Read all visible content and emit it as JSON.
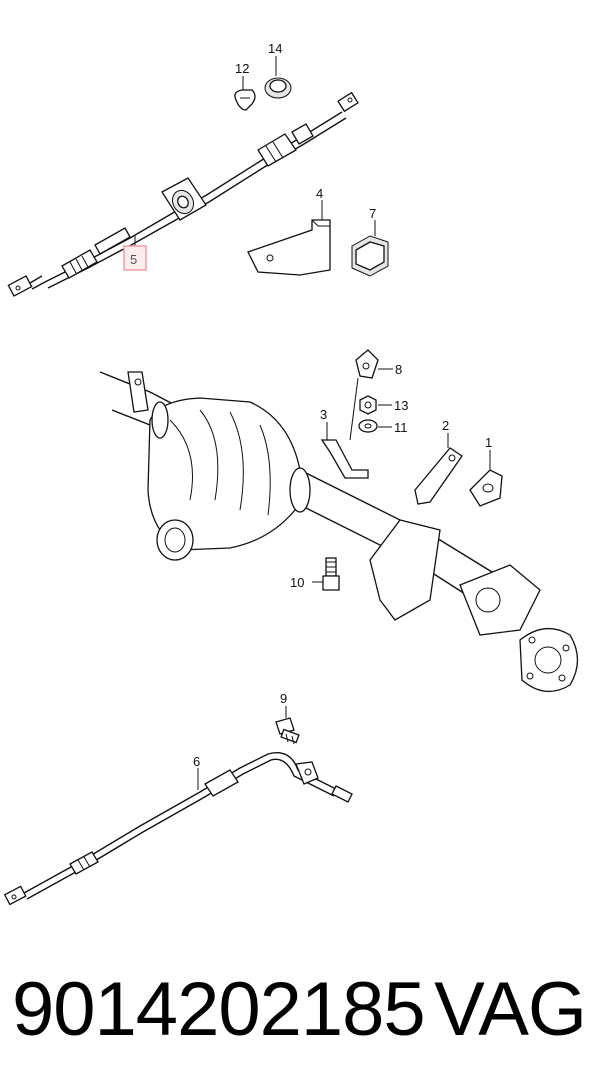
{
  "callouts": {
    "c1": "1",
    "c2": "2",
    "c3": "3",
    "c4": "4",
    "c5": "5",
    "c6": "6",
    "c7": "7",
    "c8": "8",
    "c9": "9",
    "c10": "10",
    "c11": "11",
    "c12": "12",
    "c13": "13",
    "c14": "14"
  },
  "highlighted_callout": "5",
  "highlight_color": "#e8a0a6",
  "footer": {
    "part_number": "9014202185",
    "brand": "VAG"
  }
}
